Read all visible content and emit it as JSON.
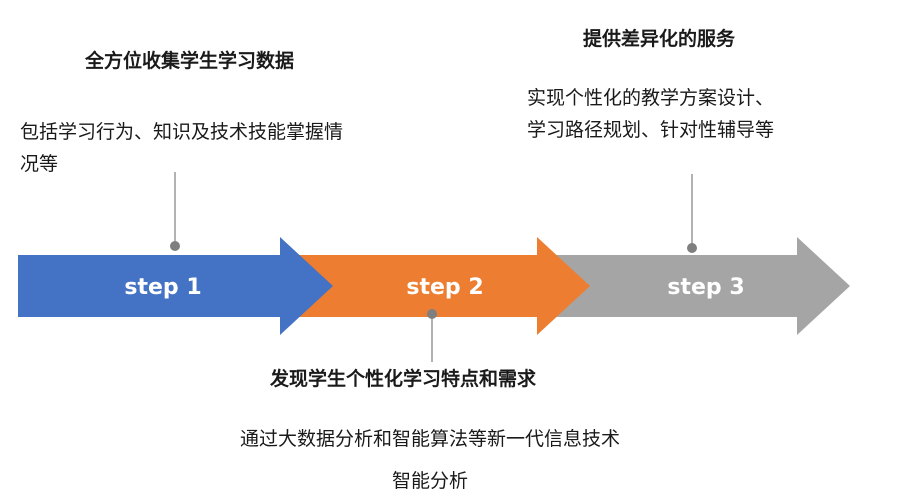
{
  "steps": [
    {
      "label": "step 1",
      "color": "#4472C4",
      "title": "全方位收集学生学习数据",
      "description": [
        "包括学习行为、知识及技术技能掌握情",
        "况等"
      ]
    },
    {
      "label": "step 2",
      "color": "#ED7D31",
      "title": "发现学生个性化学习特点和需求",
      "description": [
        "通过大数据分析和智能算法等新一代信息技术",
        "智能分析"
      ]
    },
    {
      "label": "step 3",
      "color": "#A5A5A5",
      "title": "提供差异化的服务",
      "description": [
        "实现个性化的教学方案设计、",
        "学习路径规划、针对性辅导等"
      ]
    }
  ],
  "connector_color": "#7F7F7F"
}
